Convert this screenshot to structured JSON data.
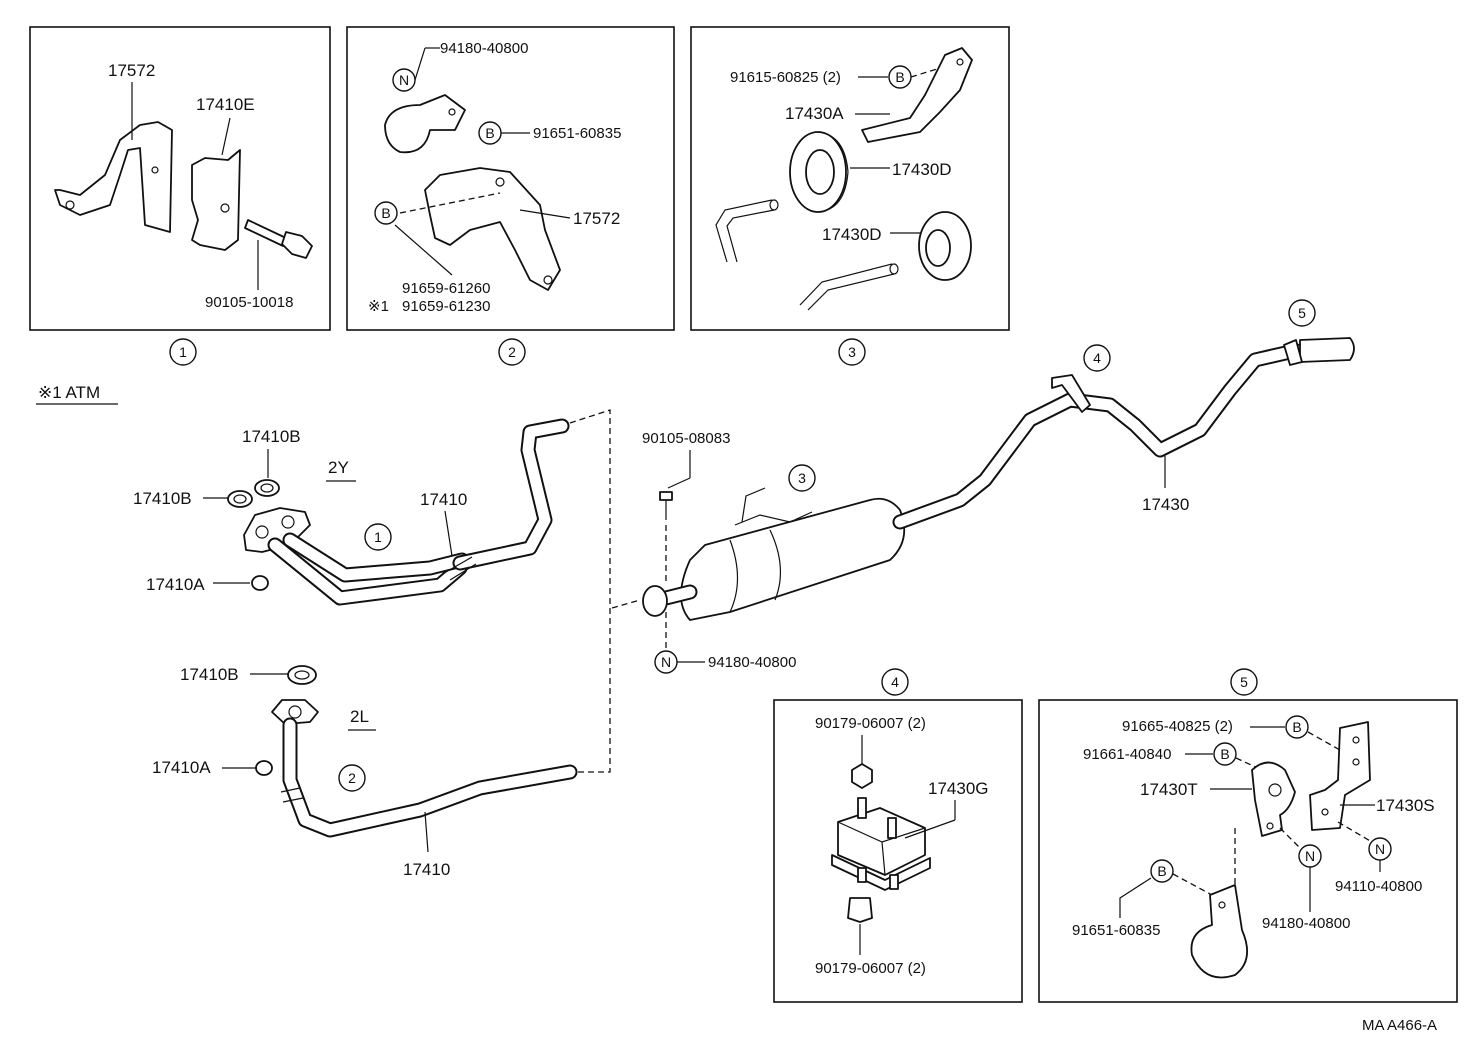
{
  "inset1": {
    "number": "1",
    "labels": {
      "bracket": "17572",
      "gasket": "17410E",
      "bolt": "90105-10018"
    }
  },
  "inset2": {
    "number": "2",
    "labels": {
      "nut_code": "N",
      "nut": "94180-40800",
      "bolt_code": "B",
      "bolt": "91651-60835",
      "bracket": "17572",
      "bolt2_code": "B",
      "bolt2": "91659-61260",
      "bolt2_atm": "91659-61230",
      "atm_mark": "※1"
    }
  },
  "inset3": {
    "number": "3",
    "labels": {
      "bolt_code": "B",
      "bolt": "91615-60825 (2)",
      "hanger": "17430A",
      "cushion1": "17430D",
      "cushion2": "17430D"
    }
  },
  "inset4": {
    "number": "4",
    "labels": {
      "nut_top": "90179-06007 (2)",
      "mount": "17430G",
      "nut_bottom": "90179-06007 (2)"
    }
  },
  "inset5": {
    "number": "5",
    "labels": {
      "bolt1_code": "B",
      "bolt1": "91665-40825 (2)",
      "bolt2_code": "B",
      "bolt2": "91661-40840",
      "cushion": "17430T",
      "bracket": "17430S",
      "nut1_code": "N",
      "nut1": "94180-40800",
      "nut2_code": "N",
      "nut2": "94110-40800",
      "clamp_bolt_code": "B",
      "clamp_bolt": "91651-60835"
    }
  },
  "main": {
    "atm_note": "※1 ATM",
    "engine_2y": "2Y",
    "engine_2l": "2L",
    "gasket_b_2y_top": "17410B",
    "gasket_b_2y_left": "17410B",
    "nut_a_2y": "17410A",
    "pipe_2y": "17410",
    "gasket_b_2l": "17410B",
    "nut_a_2l": "17410A",
    "pipe_2l": "17410",
    "muffler_bolt": "90105-08083",
    "muffler_nut_code": "N",
    "muffler_nut": "94180-40800",
    "tail_pipe": "17430",
    "ref1": "1",
    "ref2": "2",
    "ref3": "3",
    "ref4": "4",
    "ref5": "5"
  },
  "footer": {
    "code": "MA  A466-A"
  }
}
